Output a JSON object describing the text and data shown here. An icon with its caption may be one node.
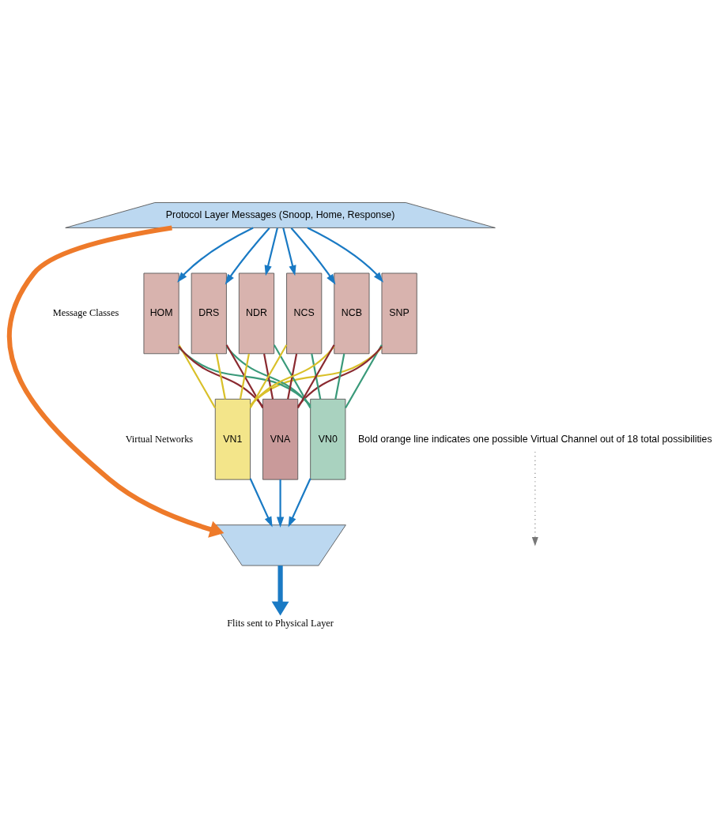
{
  "diagram": {
    "nodes": [
      {
        "text": [
          "Protocol Layer Messages (Snoop, Home, Response)"
        ]
      },
      {
        "text": [
          "SNP"
        ]
      },
      {
        "text": [
          "HOM"
        ]
      },
      {
        "text": [
          "DRS"
        ]
      },
      {
        "text": [
          "NDR"
        ]
      },
      {
        "text": [
          "NCS"
        ]
      },
      {
        "text": [
          "NCB"
        ]
      },
      {
        "text": [
          "VN0"
        ]
      },
      {
        "text": [
          "VN1"
        ]
      },
      {
        "text": [
          "VNA"
        ]
      },
      {
        "text": [],
        "shape": "trapezoid"
      },
      {
        "text": [
          "Flits sent to Physical Layer"
        ]
      },
      {
        "text": [
          "Bold orange line indicates one possible Virtual Channel out of 18 total possibilities"
        ]
      }
    ],
    "edges": [
      {
        "from": 0,
        "to": 1,
        "arrow": "to"
      },
      {
        "from": 0,
        "to": 2,
        "arrow": "to"
      },
      {
        "from": 0,
        "to": 3,
        "arrow": "to"
      },
      {
        "from": 0,
        "to": 4,
        "arrow": "to"
      },
      {
        "from": 0,
        "to": 5,
        "arrow": "to"
      },
      {
        "from": 0,
        "to": 6,
        "arrow": "to"
      },
      {
        "from": 1,
        "to": 7,
        "arrow": "none",
        "color": "#3a9a7a"
      },
      {
        "from": 1,
        "to": 8,
        "arrow": "none",
        "color": "#d9c02a"
      },
      {
        "from": 1,
        "to": 9,
        "arrow": "none",
        "color": "#8a2a30"
      },
      {
        "from": 2,
        "to": 7,
        "arrow": "none",
        "color": "#3a9a7a"
      },
      {
        "from": 2,
        "to": 8,
        "arrow": "none",
        "color": "#d9c02a"
      },
      {
        "from": 2,
        "to": 9,
        "arrow": "none",
        "color": "#8a2a30"
      },
      {
        "from": 3,
        "to": 7,
        "arrow": "none",
        "color": "#3a9a7a"
      },
      {
        "from": 3,
        "to": 8,
        "arrow": "none",
        "color": "#d9c02a"
      },
      {
        "from": 3,
        "to": 9,
        "arrow": "none",
        "color": "#8a2a30"
      },
      {
        "from": 4,
        "to": 7,
        "arrow": "none",
        "color": "#3a9a7a"
      },
      {
        "from": 4,
        "to": 8,
        "arrow": "none",
        "color": "#d9c02a"
      },
      {
        "from": 4,
        "to": 9,
        "arrow": "none",
        "color": "#8a2a30"
      },
      {
        "from": 5,
        "to": 7,
        "arrow": "none",
        "color": "#3a9a7a"
      },
      {
        "from": 5,
        "to": 8,
        "arrow": "none",
        "color": "#d9c02a"
      },
      {
        "from": 5,
        "to": 9,
        "arrow": "none",
        "color": "#8a2a30"
      },
      {
        "from": 6,
        "to": 7,
        "arrow": "none",
        "color": "#3a9a7a"
      },
      {
        "from": 6,
        "to": 8,
        "arrow": "none",
        "color": "#d9c02a"
      },
      {
        "from": 6,
        "to": 9,
        "arrow": "none",
        "color": "#8a2a30"
      },
      {
        "from": 7,
        "to": 10,
        "arrow": "to"
      },
      {
        "from": 8,
        "to": 10,
        "arrow": "to"
      },
      {
        "from": 9,
        "to": 10,
        "arrow": "to"
      },
      {
        "from": 10,
        "to": 11,
        "arrow": "to",
        "style": "thick"
      },
      {
        "from": 0,
        "to": 10,
        "arrow": "to",
        "style": "thick",
        "color": "#ee7a2a"
      },
      {
        "from": 12,
        "to": null,
        "arrow": "to",
        "style": "dashed",
        "color": "#777777"
      }
    ],
    "labels": [
      "Message Classes",
      "Virtual Networks"
    ]
  }
}
